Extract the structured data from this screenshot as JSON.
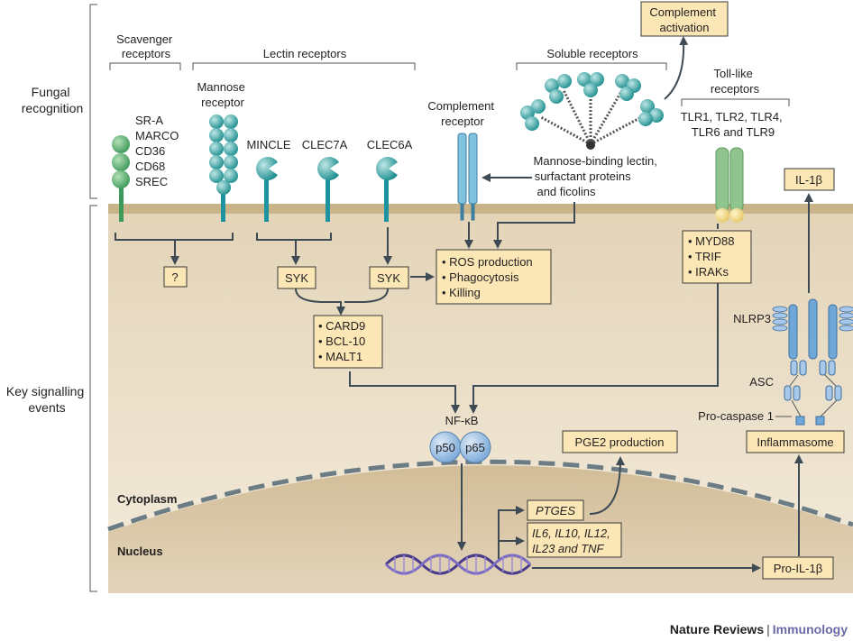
{
  "side_labels": {
    "fungal_recognition": [
      "Fungal",
      "recognition"
    ],
    "key_signalling": [
      "Key signalling",
      "events"
    ]
  },
  "group_labels": {
    "scavenger": [
      "Scavenger",
      "receptors"
    ],
    "lectin": "Lectin receptors",
    "soluble": "Soluble receptors",
    "toll_like": [
      "Toll-like",
      "receptors"
    ]
  },
  "receptors": {
    "scavenger_list": [
      "SR-A",
      "MARCO",
      "CD36",
      "CD68",
      "SREC"
    ],
    "mannose": [
      "Mannose",
      "receptor"
    ],
    "mincle": "MINCLE",
    "clec7a": "CLEC7A",
    "clec6a": "CLEC6A",
    "complement": [
      "Complement",
      "receptor"
    ],
    "tlr_list": [
      "TLR1, TLR2, TLR4,",
      "TLR6 and TLR9"
    ],
    "soluble_desc": [
      "Mannose-binding lectin,",
      "surfactant proteins",
      "and ficolins"
    ]
  },
  "boxes": {
    "complement_activation": [
      "Complement",
      "activation"
    ],
    "unknown": "?",
    "syk": "SYK",
    "ros": [
      "• ROS production",
      "• Phagocytosis",
      "• Killing"
    ],
    "card9": [
      "• CARD9",
      "• BCL-10",
      "• MALT1"
    ],
    "myd88": [
      "• MYD88",
      "• TRIF",
      "• IRAKs"
    ],
    "il1b": "IL-1β",
    "pge2": "PGE2 production",
    "inflammasome": "Inflammasome",
    "ptges": "PTGES",
    "cytokines": [
      "IL6, IL10, IL12,",
      "IL23 and TNF"
    ],
    "pro_il1b": "Pro-IL-1β"
  },
  "nfkb": {
    "label": "NF-κB",
    "p50": "p50",
    "p65": "p65"
  },
  "inflammasome_parts": {
    "nlrp3": "NLRP3",
    "asc": "ASC",
    "procasp": "Pro-caspase 1"
  },
  "compartments": {
    "cytoplasm": "Cytoplasm",
    "nucleus": "Nucleus"
  },
  "footer": {
    "journal": "Nature Reviews",
    "separator": "|",
    "section": "Immunology"
  },
  "colors": {
    "membrane": "#c9b389",
    "cytoplasm": "#ede2cd",
    "nucleus": "#d9c6a5",
    "box_fill": "#fbe6b6",
    "receptor_teal": "#1e93a0",
    "scavenger_green": "#3d9a5a",
    "tlr_green": "#8fc48f",
    "complement_blue": "#7fc3e0",
    "nfkb_blue": "#a9c9ea",
    "nlrp3_blue": "#6fa8d8",
    "footer_accent": "#6b6aa8"
  }
}
